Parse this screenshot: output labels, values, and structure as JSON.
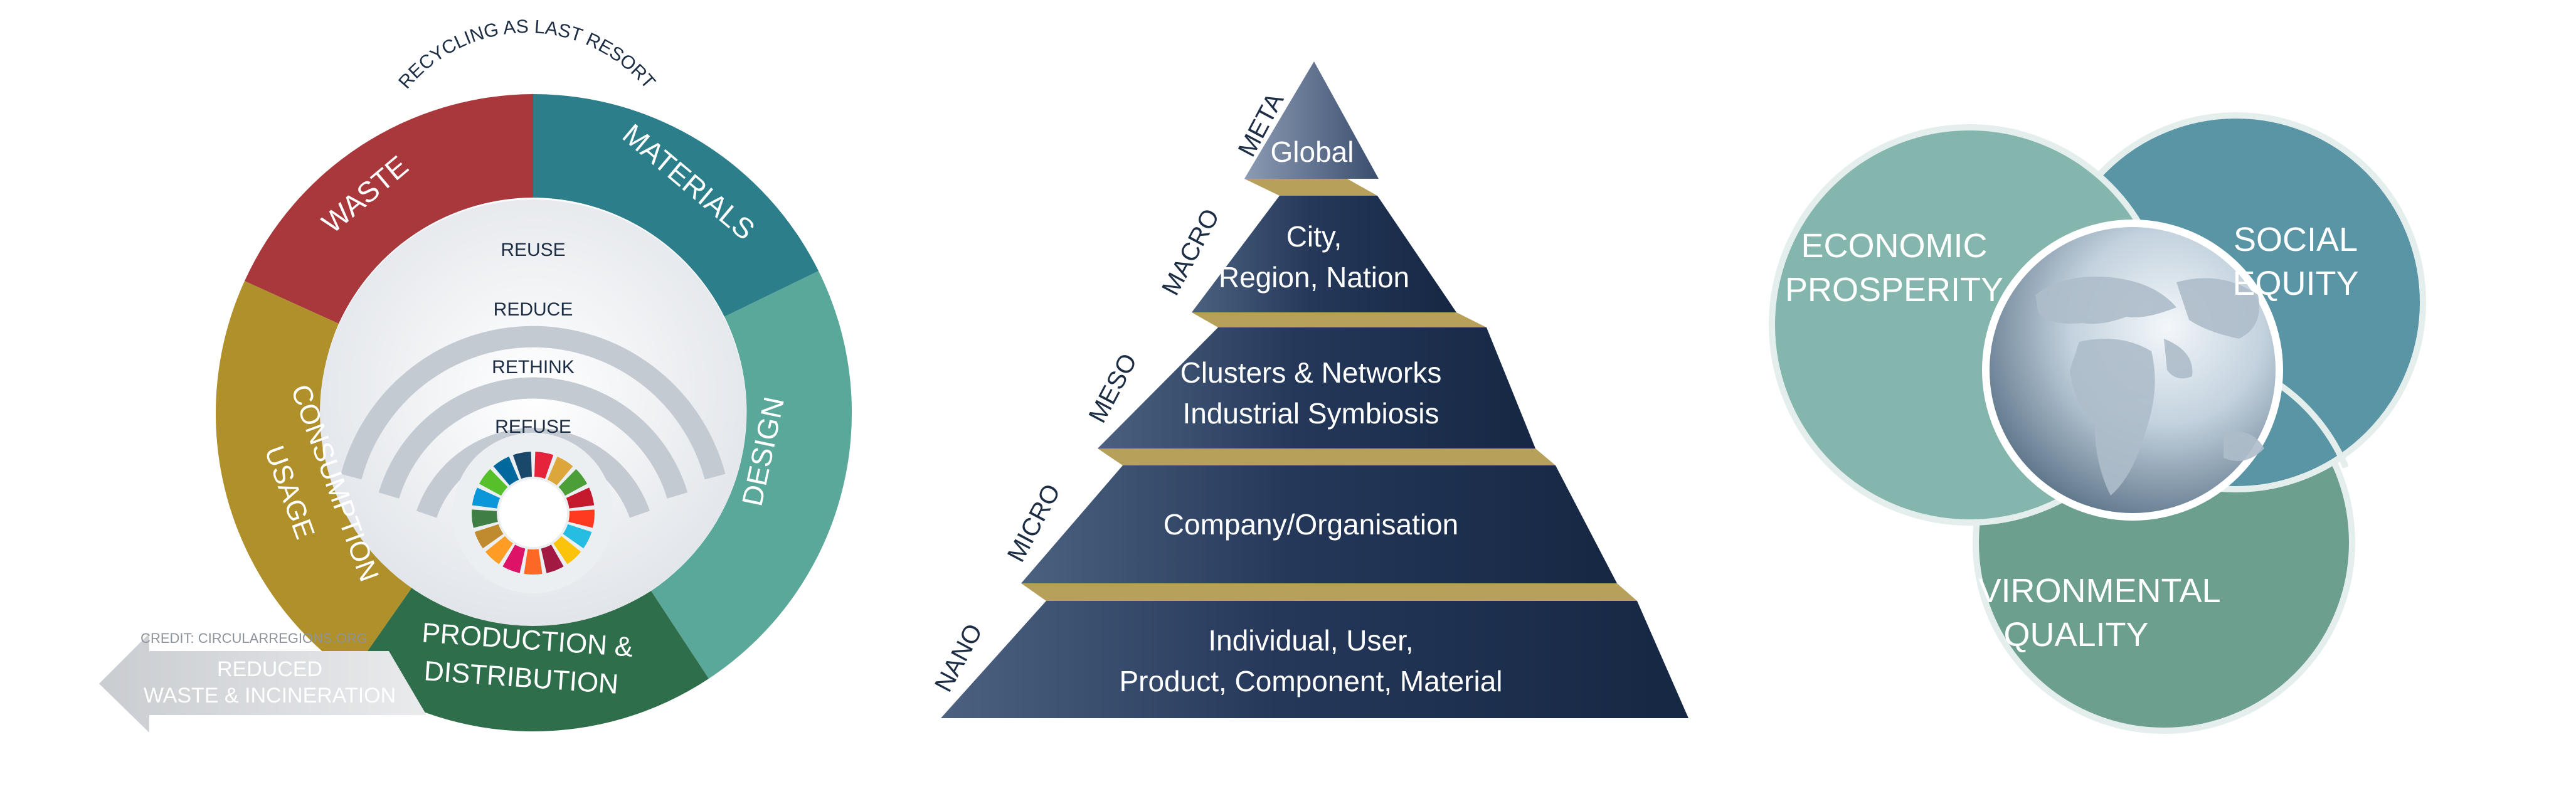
{
  "circular": {
    "outer_ring_label": "RECYCLING AS LAST RESORT",
    "segments": [
      {
        "label": "WASTE",
        "color": "#a8383c"
      },
      {
        "label": "MATERIALS",
        "color": "#2c7f8a"
      },
      {
        "label": "DESIGN",
        "color": "#5aa89a"
      },
      {
        "label": "PRODUCTION &",
        "label2": "DISTRIBUTION",
        "color": "#2f6e4a"
      },
      {
        "label": "CONSUMPTION",
        "label2": "USAGE",
        "color": "#b0902a"
      }
    ],
    "inner_levels": [
      "REUSE",
      "REDUCE",
      "RETHINK",
      "REFUSE"
    ],
    "credit": "CREDIT: CIRCULARREGIONS.ORG",
    "arrow_line1": "REDUCED",
    "arrow_line2": "WASTE & INCINERATION",
    "sdg_colors": [
      "#e5243b",
      "#dda63a",
      "#4c9f38",
      "#c5192d",
      "#ff3a21",
      "#26bde2",
      "#fcc30b",
      "#a21942",
      "#fd6925",
      "#dd1367",
      "#fd9d24",
      "#bf8b2e",
      "#3f7e44",
      "#0a97d9",
      "#56c02b",
      "#00689d",
      "#19486a"
    ]
  },
  "pyramid": {
    "levels": [
      {
        "scale": "META",
        "line1": "Global",
        "line2": ""
      },
      {
        "scale": "MACRO",
        "line1": "City,",
        "line2": "Region, Nation"
      },
      {
        "scale": "MESO",
        "line1": "Clusters & Networks",
        "line2": "Industrial Symbiosis"
      },
      {
        "scale": "MICRO",
        "line1": "Company/Organisation",
        "line2": ""
      },
      {
        "scale": "NANO",
        "line1": "Individual, User,",
        "line2": "Product, Component, Material"
      }
    ]
  },
  "venn": {
    "economic_1": "ECONOMIC",
    "economic_2": "PROSPERITY",
    "social_1": "SOCIAL",
    "social_2": "EQUITY",
    "environmental_1": "ENVIRONMENTAL",
    "environmental_2": "QUALITY"
  }
}
